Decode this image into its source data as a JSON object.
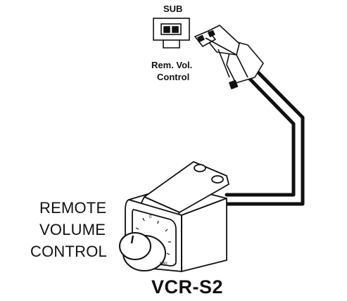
{
  "port": {
    "title": "SUB",
    "caption_line1": "Rem. Vol.",
    "caption_line2": "Control"
  },
  "device": {
    "name_line1": "REMOTE",
    "name_line2": "VOLUME",
    "name_line3": "CONTROL",
    "model": "VCR-S2",
    "dial_min": "0",
    "dial_max": "MAX"
  },
  "icons": {
    "port": "sub-port-icon",
    "connector": "connector-plug-icon",
    "cable": "cable-icon",
    "knob": "volume-knob-icon"
  },
  "colors": {
    "line": "#111111",
    "background": "#ffffff"
  }
}
